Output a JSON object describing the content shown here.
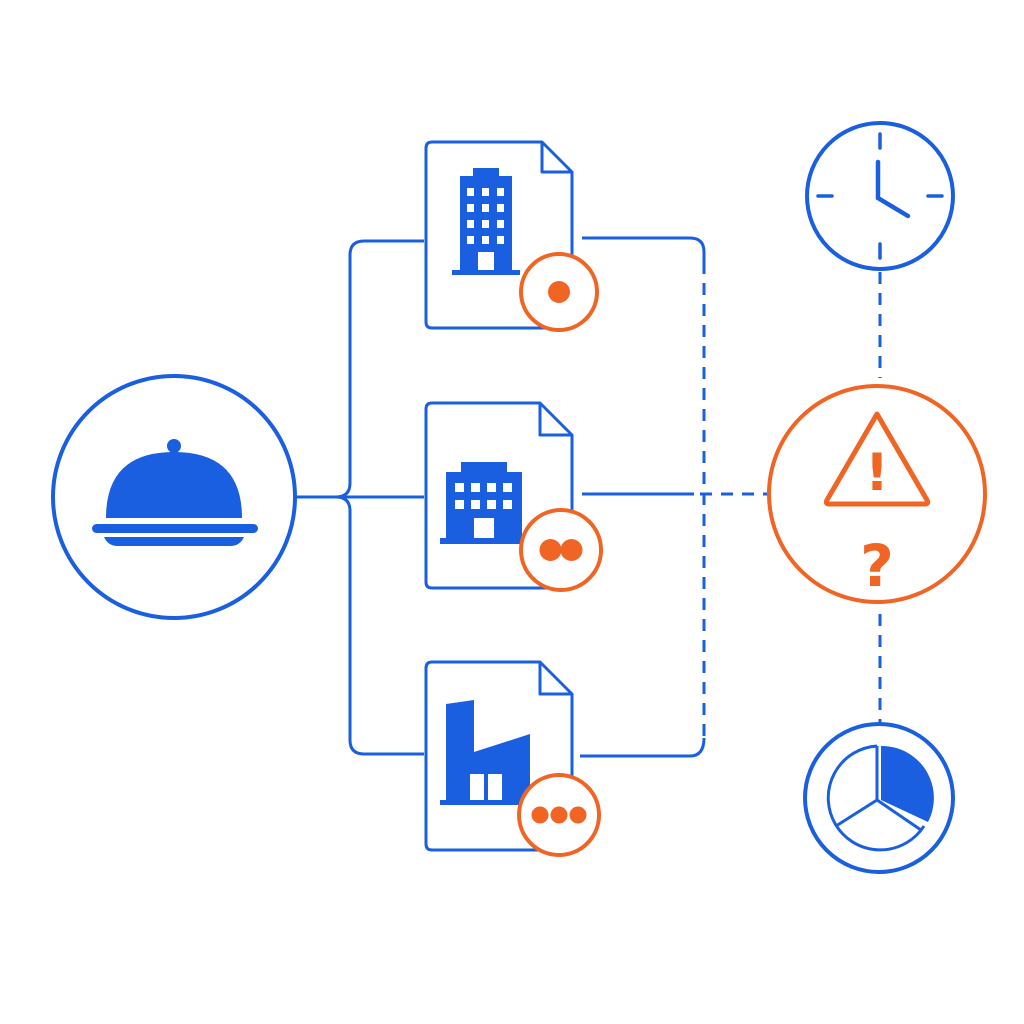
{
  "colors": {
    "primary_blue": "#1a5fe0",
    "accent_orange": "#f06424",
    "background": "#ffffff"
  },
  "nodes": {
    "source": {
      "icon": "serving-cloche-icon"
    },
    "documents": [
      {
        "icon": "office-tower-icon",
        "badge_dots": 1
      },
      {
        "icon": "office-building-icon",
        "badge_dots": 2
      },
      {
        "icon": "factory-icon",
        "badge_dots": 3
      }
    ],
    "clock": {
      "icon": "clock-icon"
    },
    "alert": {
      "icon": "warning-question-icon",
      "warning_glyph": "!",
      "question_glyph": "?"
    },
    "chart": {
      "icon": "pie-chart-icon"
    }
  }
}
